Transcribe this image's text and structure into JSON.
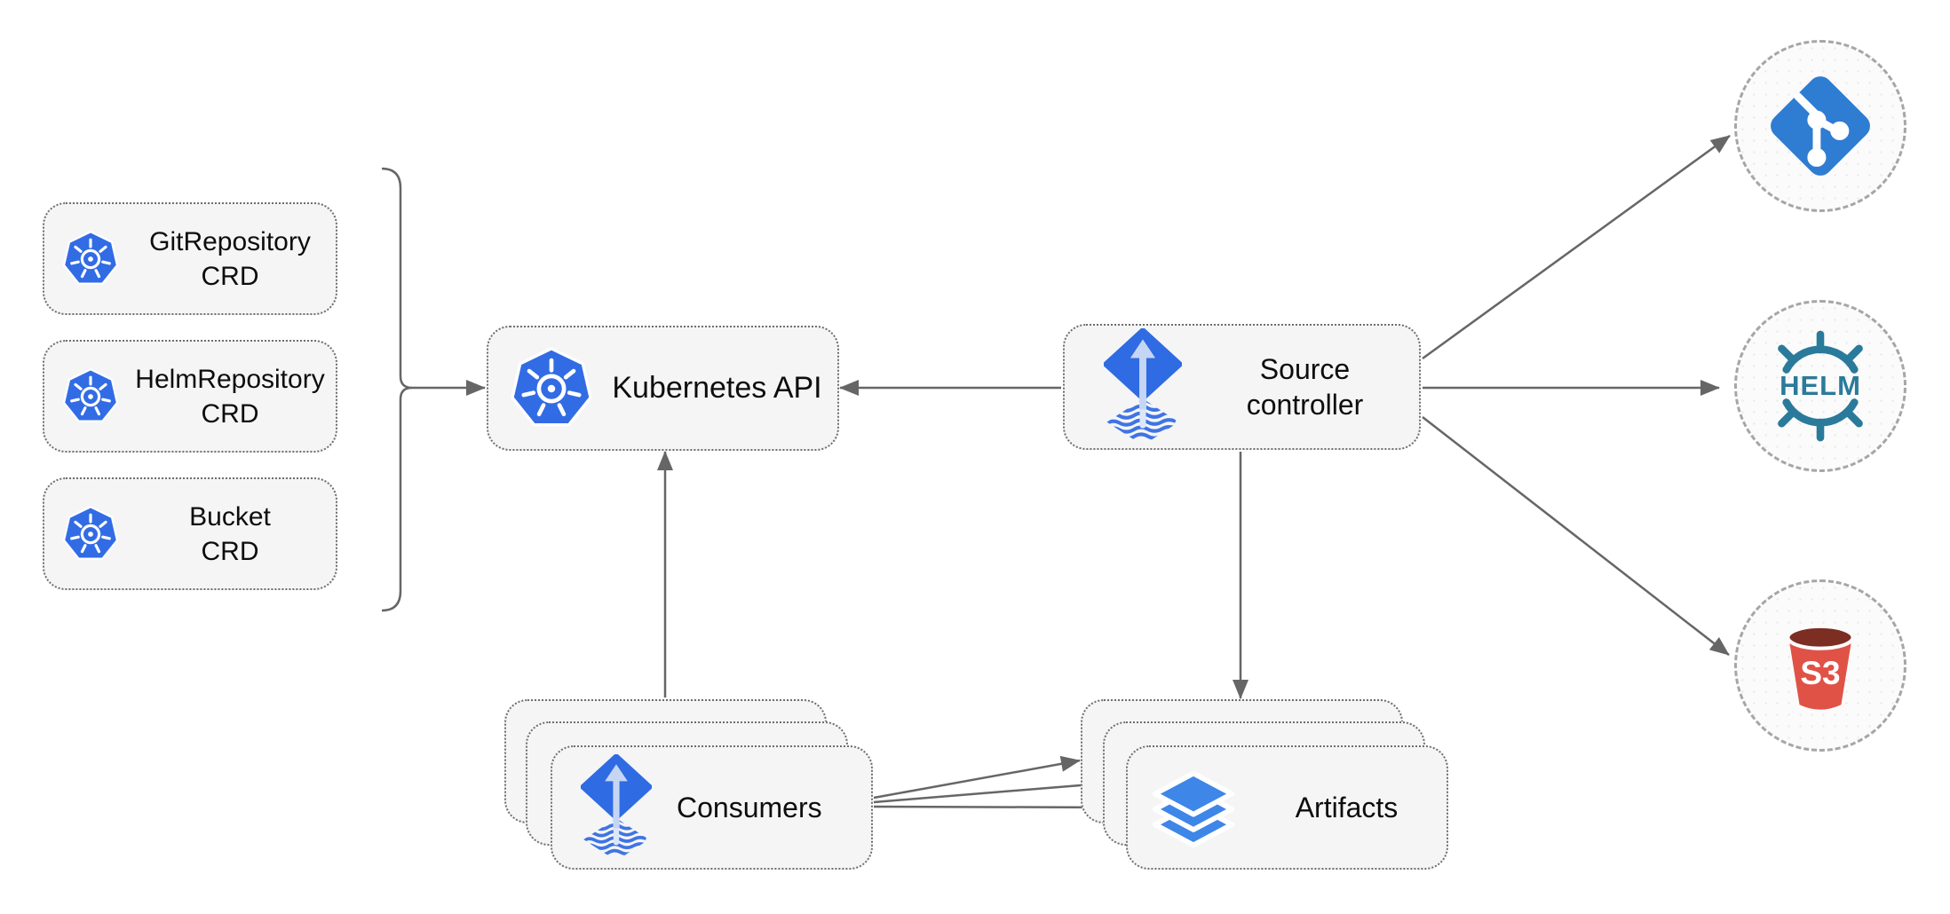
{
  "crd_boxes": [
    {
      "title": "GitRepository",
      "subtitle": "CRD",
      "icon": "kubernetes-icon"
    },
    {
      "title": "HelmRepository",
      "subtitle": "CRD",
      "icon": "kubernetes-icon"
    },
    {
      "title": "Bucket",
      "subtitle": "CRD",
      "icon": "kubernetes-icon"
    }
  ],
  "kubernetes_api": {
    "label": "Kubernetes API",
    "icon": "kubernetes-icon"
  },
  "source_controller": {
    "line1": "Source",
    "line2": "controller",
    "icon": "flux-source-icon"
  },
  "consumers": {
    "label": "Consumers",
    "icon": "flux-source-icon",
    "stack_count": 3
  },
  "artifacts": {
    "label": "Artifacts",
    "icon": "layers-icon",
    "stack_count": 3
  },
  "external_targets": [
    {
      "name": "git",
      "icon": "git-icon",
      "label": ""
    },
    {
      "name": "helm",
      "icon": "helm-icon",
      "label": "HELM"
    },
    {
      "name": "s3",
      "icon": "s3-bucket-icon",
      "label": "S3"
    }
  ],
  "colors": {
    "kubernetes_blue": "#326CE5",
    "flux_blue": "#2F6BE2",
    "flux_arrow_light": "#C5D6F5",
    "flux_wave_blue": "#3F74E3",
    "git_blue": "#2F7CD3",
    "helm_teal": "#2A7A9B",
    "s3_red": "#E05246",
    "s3_dark_red": "#7C2E23",
    "layers_blue": "#3E86E8",
    "arrow_gray": "#666666",
    "node_fill": "#F5F5F6",
    "border_gray": "#6e6e6e"
  }
}
